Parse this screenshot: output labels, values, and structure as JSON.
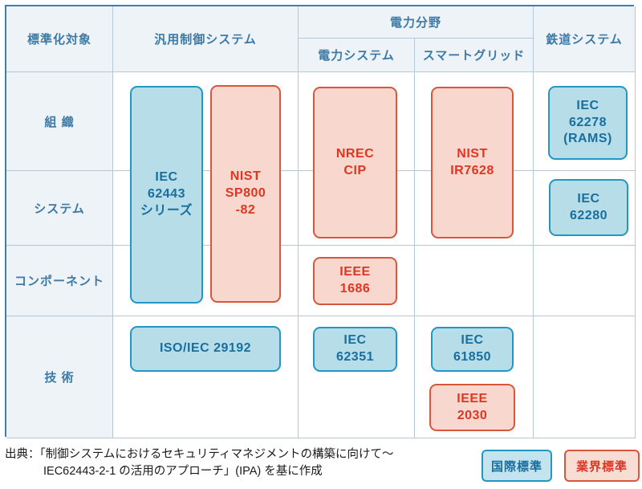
{
  "table": {
    "headers": {
      "target": "標準化対象",
      "general_control": "汎用制御システム",
      "power_field": "電力分野",
      "power_system": "電力システム",
      "smart_grid": "スマートグリッド",
      "railway": "鉄道システム"
    },
    "row_labels": [
      "組 織",
      "システム",
      "コンポーネント",
      "技 術"
    ]
  },
  "boxes": [
    {
      "label": "IEC\n62443\nシリーズ",
      "type": "international",
      "column": "汎用制御システム",
      "rows": [
        "組織",
        "システム",
        "コンポーネント"
      ]
    },
    {
      "label": "NIST\nSP800\n-82",
      "type": "industry",
      "column": "汎用制御システム",
      "rows": [
        "組織",
        "システム",
        "コンポーネント"
      ]
    },
    {
      "label": "NREC\nCIP",
      "type": "industry",
      "column": "電力システム",
      "rows": [
        "組織",
        "システム"
      ]
    },
    {
      "label": "NIST\nIR7628",
      "type": "industry",
      "column": "スマートグリッド",
      "rows": [
        "組織",
        "システム"
      ]
    },
    {
      "label": "IEC\n62278\n(RAMS)",
      "type": "international",
      "column": "鉄道システム",
      "rows": [
        "組織"
      ]
    },
    {
      "label": "IEC\n62280",
      "type": "international",
      "column": "鉄道システム",
      "rows": [
        "システム"
      ]
    },
    {
      "label": "IEEE\n1686",
      "type": "industry",
      "column": "電力システム",
      "rows": [
        "コンポーネント"
      ]
    },
    {
      "label": "ISO/IEC 29192",
      "type": "international",
      "column": "汎用制御システム",
      "rows": [
        "技術"
      ]
    },
    {
      "label": "IEC\n62351",
      "type": "international",
      "column": "電力システム",
      "rows": [
        "技術"
      ]
    },
    {
      "label": "IEC\n61850",
      "type": "international",
      "column": "スマートグリッド",
      "rows": [
        "技術"
      ]
    },
    {
      "label": "IEEE\n2030",
      "type": "industry",
      "column": "スマートグリッド",
      "rows": [
        "技術"
      ]
    }
  ],
  "legend": {
    "international": "国際標準",
    "industry": "業界標準"
  },
  "source": {
    "line1": "出典：「制御システムにおけるセキュリティマネジメントの構築に向けて～",
    "line2": "IEC62443-2-1 の活用のアプローチ」(IPA) を基に作成"
  },
  "colors": {
    "table_border": "#3d7fae",
    "grid_line": "#b3c9da",
    "header_bg": "#eef3f8",
    "header_text": "#3e7aa6",
    "international_fill": "#b7dde9",
    "international_border": "#2496c4",
    "international_text": "#186f9e",
    "industry_fill": "#f8d8ce",
    "industry_border": "#d8573a",
    "industry_text": "#e03522"
  }
}
